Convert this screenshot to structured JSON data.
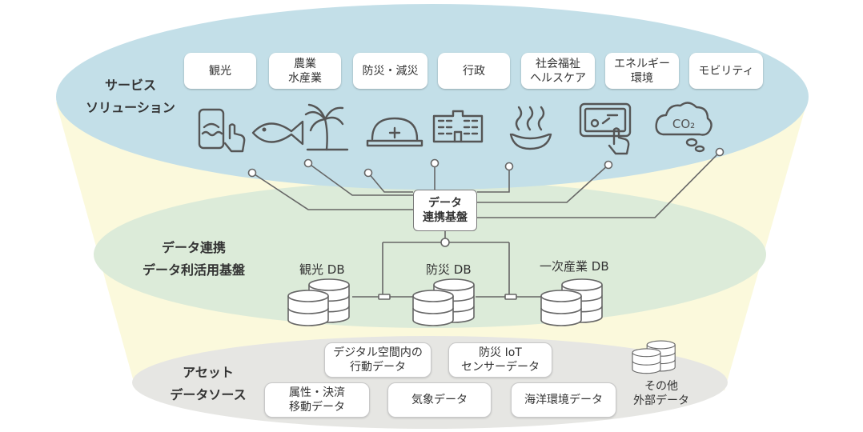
{
  "layers": {
    "service": "サービス\nソリューション",
    "platform": "データ連携\nデータ利活用基盤",
    "asset": "アセット\nデータソース"
  },
  "services": [
    {
      "label": "観光",
      "icon": "smartphone-tap-icon"
    },
    {
      "label": "農業\n水産業",
      "icon": "fish-icon"
    },
    {
      "label": "防災・減災",
      "icon": "palm-tree-icon"
    },
    {
      "label": "行政",
      "icon": "helmet-icon"
    },
    {
      "label": "社会福祉\nヘルスケア",
      "icon": "building-icon"
    },
    {
      "label": "エネルギー\n環境",
      "icon": "hot-spring-icon"
    },
    {
      "label": "モビリティ",
      "icon": "tablet-map-icon"
    }
  ],
  "co2_icon_text": "CO₂",
  "hub": "データ\n連携基盤",
  "databases": [
    "観光 DB",
    "防災 DB",
    "一次産業 DB"
  ],
  "sources": {
    "digital_space": "デジタル空間内の\n行動データ",
    "iot": "防災 IoT\nセンサーデータ",
    "attribute": "属性・決済\n移動データ",
    "weather": "気象データ",
    "marine": "海洋環境データ",
    "other": "その他\n外部データ"
  },
  "colors": {
    "service_layer": "#c3dfe8",
    "platform_layer": "#dcebd9",
    "asset_layer": "#e6e6e3",
    "funnel": "#fbf9dc",
    "lines": "#666666"
  }
}
